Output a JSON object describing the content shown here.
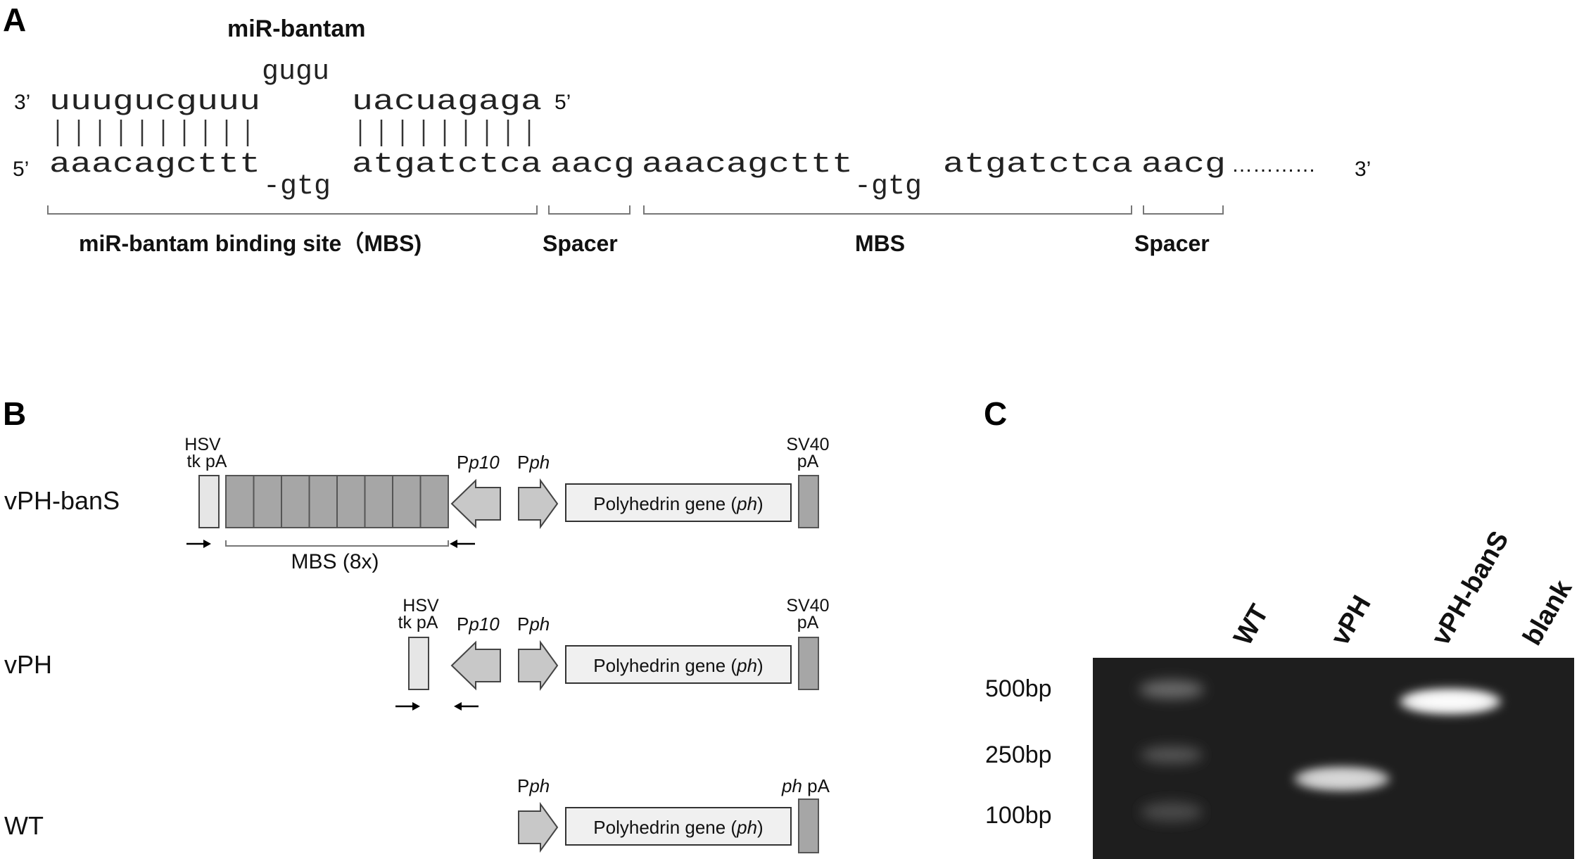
{
  "panel_a": {
    "letter": "A",
    "mirna_name": "miR-bantam",
    "loop": "gugu",
    "top_prime_left": "3’",
    "top_seq_1": "uuugucguuu",
    "top_seq_2": "uacuagaga",
    "top_prime_right": "5’",
    "bottom_prime_left": "5’",
    "bottom_seq_1": "aaacagcttt",
    "bulge": "-gtg",
    "bottom_seq_2": "atgatctca",
    "spacer_seq": "aacg",
    "mbs2_seq_1": "aaacagcttt",
    "mbs2_bulge": "-gtg",
    "mbs2_seq_2": "atgatctca",
    "spacer2_seq": "aacg",
    "dots": "…………",
    "bottom_prime_right": "3’",
    "label_mbs_full": "miR-bantam binding site（MBS)",
    "label_spacer": "Spacer",
    "label_mbs": "MBS",
    "label_spacer2": "Spacer"
  },
  "panel_b": {
    "letter": "B",
    "constructs": [
      {
        "name": "vPH-banS"
      },
      {
        "name": "vPH"
      },
      {
        "name": "WT"
      }
    ],
    "hsv_line1": "HSV",
    "hsv_line2": "tk pA",
    "p10_P": "P",
    "p10_sub": "p10",
    "ph_P": "P",
    "ph_sub": "ph",
    "gene_text": "Polyhedrin gene (",
    "gene_ital": "ph",
    "gene_close": ")",
    "sv40_line1": "SV40",
    "sv40_line2": "pA",
    "wt_pa_ital": "ph",
    "wt_pa": " pA",
    "mbs_label": "MBS (8x)",
    "mbs_repeats": 8
  },
  "panel_c": {
    "letter": "C",
    "lanes": [
      "WT",
      "vPH",
      "vPH-banS",
      "blank"
    ],
    "ladder": [
      "500bp",
      "250bp",
      "100bp"
    ],
    "gel_bg": "#1e1e1e"
  }
}
